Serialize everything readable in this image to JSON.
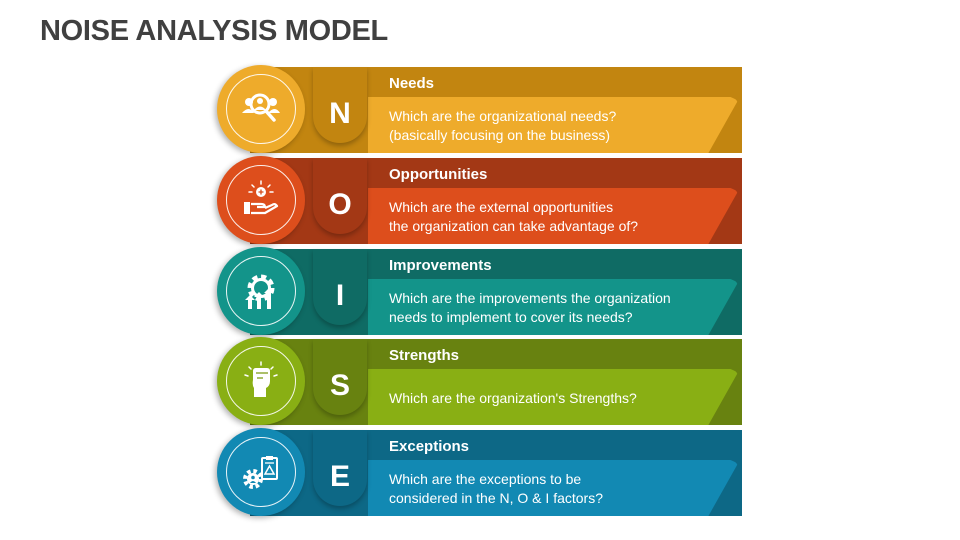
{
  "title": "NOISE ANALYSIS MODEL",
  "items": [
    {
      "letter": "N",
      "heading": "Needs",
      "line1": "Which are the organizational needs?",
      "line2": "(basically focusing on the business)",
      "icon": "people-search-icon",
      "colors": {
        "dark": "#C28510",
        "light": "#EEAB2B",
        "tab": "#C28510"
      }
    },
    {
      "letter": "O",
      "heading": "Opportunities",
      "line1": "Which are the external opportunities",
      "line2": "the organization can take advantage of?",
      "icon": "hand-opportunity-icon",
      "colors": {
        "dark": "#A33815",
        "light": "#DD4E1C",
        "tab": "#A33815"
      }
    },
    {
      "letter": "I",
      "heading": "Improvements",
      "line1": "Which are the improvements the organization",
      "line2": "needs to implement to cover its needs?",
      "icon": "gear-growth-icon",
      "colors": {
        "dark": "#0F6B64",
        "light": "#13948A",
        "tab": "#0F6B64"
      }
    },
    {
      "letter": "S",
      "heading": "Strengths",
      "line1": "Which are the organization's Strengths?",
      "line2": "",
      "icon": "fist-strength-icon",
      "colors": {
        "dark": "#688210",
        "light": "#89AF14",
        "tab": "#688210"
      }
    },
    {
      "letter": "E",
      "heading": "Exceptions",
      "line1": "Which are the exceptions to be",
      "line2": "considered in the N, O & I factors?",
      "icon": "gear-clipboard-warning-icon",
      "colors": {
        "dark": "#0D6886",
        "light": "#1289B3",
        "tab": "#0D6886"
      }
    }
  ]
}
